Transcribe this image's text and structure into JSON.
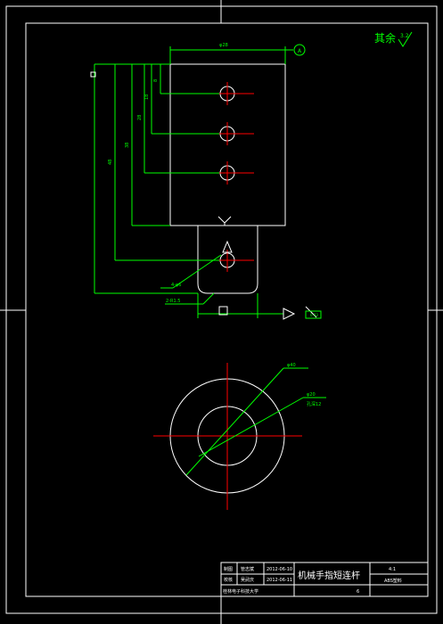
{
  "drawing": {
    "surface_finish_note": "其余",
    "surface_finish_value": "3.2",
    "datum_label": "A",
    "dims": {
      "top_width": "φ28",
      "v1": "8",
      "v2": "18",
      "v3": "28",
      "v4": "38",
      "v5": "48",
      "hole_label": "4-φ6",
      "hole_spacing": "2-R1.5",
      "flat_tol": "0.03",
      "circle_d": "φ40",
      "circle_hole": "φ20",
      "circle_note": "孔深12"
    },
    "colors": {
      "background": "#000000",
      "outline": "#ffffff",
      "dimension": "#00ff00",
      "centerline": "#ff0000",
      "frame": "#ffffff"
    }
  },
  "title_block": {
    "row1_role": "制图",
    "row1_name": "管志斌",
    "row1_date": "2012-06-10",
    "row2_role": "校核",
    "row2_name": "吴武庆",
    "row2_date": "2012-06-11",
    "part_name": "机械手指短连杆",
    "scale": "4:1",
    "material": "ABS塑料",
    "school": "桂林电子科技大学",
    "drawing_no": "6"
  }
}
